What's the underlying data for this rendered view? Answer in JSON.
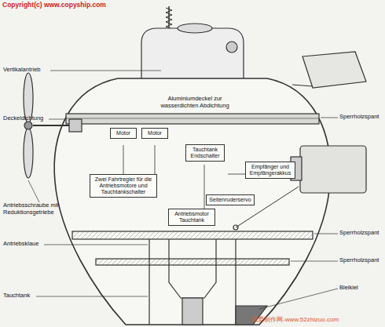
{
  "diagram": {
    "nodes": [
      {
        "text": [
          "Motor"
        ]
      },
      {
        "text": [
          "Motor"
        ]
      },
      {
        "text": [
          "Tauchtank Endschalter"
        ]
      },
      {
        "text": [
          "Empfänger und Empfängerakkus"
        ]
      },
      {
        "text": [
          "Seitenruderservo"
        ]
      },
      {
        "text": [
          "Zwei Fahrtregler für die Antriebsmotore und Tauchtankschalter"
        ]
      },
      {
        "text": [
          "Antriebsmotor Tauchtank"
        ]
      }
    ],
    "labels": [
      "Copyright(c) www.copyship.com",
      "Vertikalantrieb",
      "Deckeldichtung",
      "Aluminiumdeckel zur wasserdichten Abdichtung",
      "Sperrholzspant",
      "Antriebsschraube mit Reduktionsgetriebe",
      "Antriebsklaue",
      "Sperrholzspant",
      "Sperrholzspant",
      "Bleikiel",
      "Tauchtank",
      "我爱制作网-www.52zhizuo.com"
    ]
  }
}
